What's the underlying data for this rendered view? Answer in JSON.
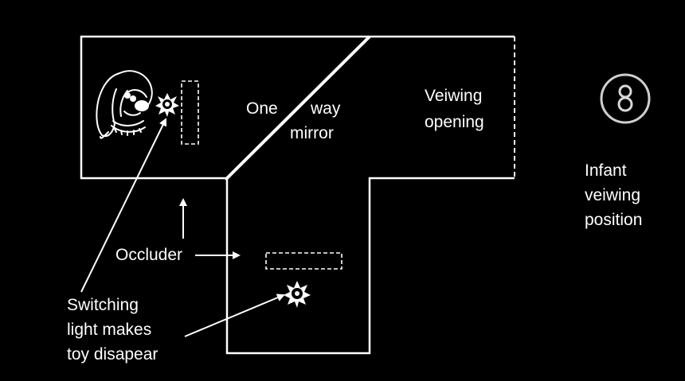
{
  "labels": {
    "one": "One",
    "way": "way",
    "mirror": "mirror",
    "viewing_opening_1": "Veiwing",
    "viewing_opening_2": "opening",
    "infant_1": "Infant",
    "infant_2": "veiwing",
    "infant_3": "position",
    "occluder": "Occluder",
    "switching_1": "Switching",
    "switching_2": "light makes",
    "switching_3": "toy disapear"
  },
  "colors": {
    "background": "#000000",
    "line": "#ffffff",
    "infant_ring": "#cfcfcf"
  },
  "icons": {
    "dog": "dog-toy-icon",
    "toy": "star-toy-icon",
    "infant": "infant-head-icon"
  }
}
